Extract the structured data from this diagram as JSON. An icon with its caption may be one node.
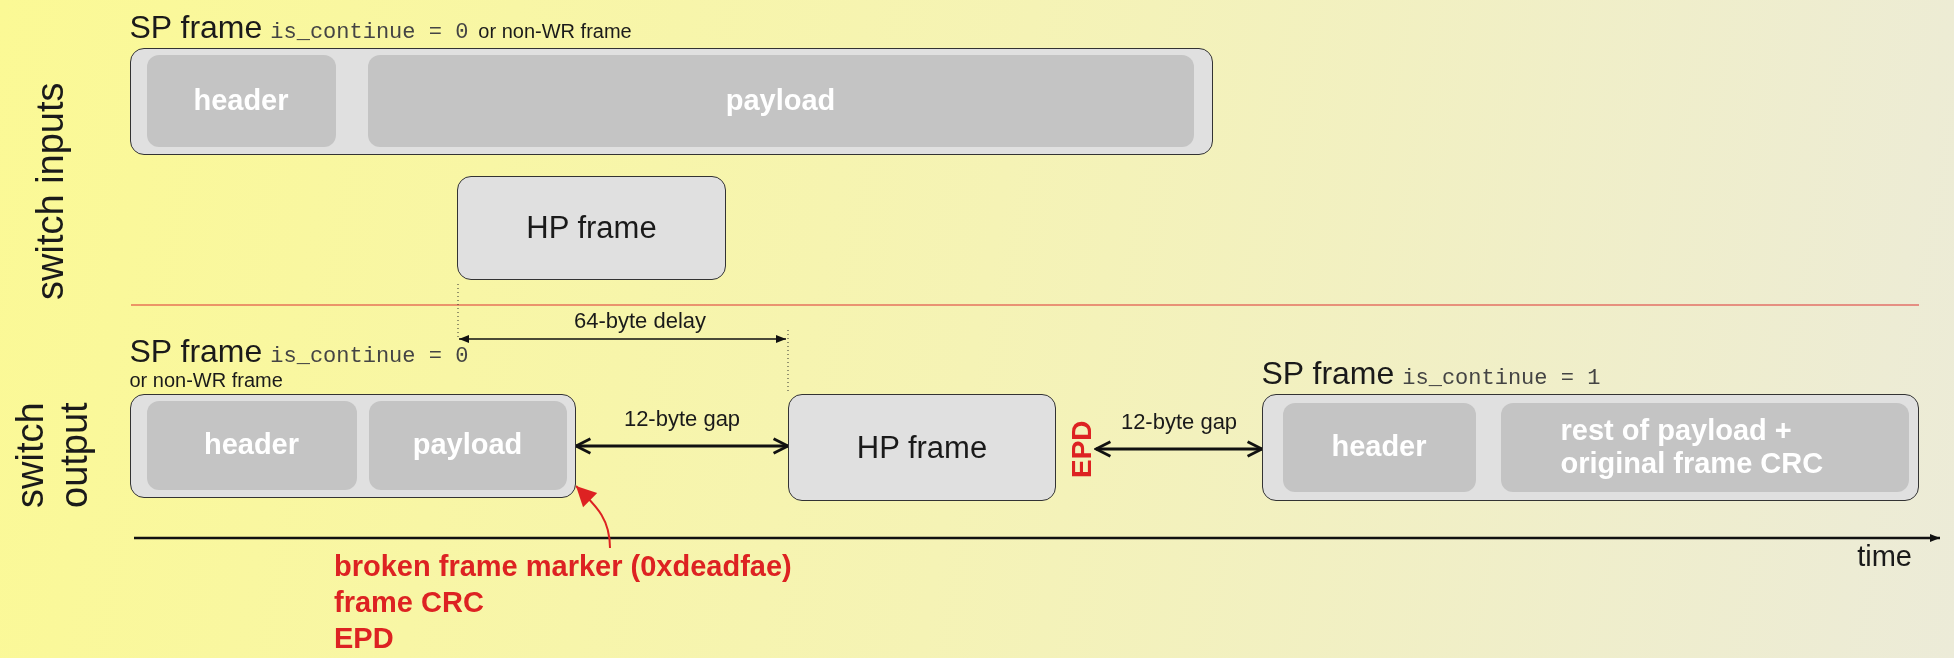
{
  "diagram": {
    "nodes": [
      {
        "text": [
          "SP frame",
          "is_continue = 0",
          "or non-WR frame"
        ]
      },
      {
        "text": [
          "header"
        ],
        "in": 0
      },
      {
        "text": [
          "payload"
        ],
        "in": 0
      },
      {
        "text": [
          "HP frame"
        ]
      },
      {
        "text": [
          "SP frame",
          "is_continue = 0",
          "or non-WR frame"
        ]
      },
      {
        "text": [
          "header"
        ],
        "in": 4
      },
      {
        "text": [
          "payload"
        ],
        "in": 4
      },
      {
        "text": [
          "HP frame"
        ]
      },
      {
        "text": [
          "EPD"
        ]
      },
      {
        "text": [
          "SP frame",
          "is_continue = 1"
        ]
      },
      {
        "text": [
          "header"
        ],
        "in": 9
      },
      {
        "text": [
          "rest of payload + original frame CRC"
        ],
        "in": 9
      },
      {
        "text": [
          "broken frame marker (0xdeadfae)",
          "frame CRC",
          "EPD"
        ]
      }
    ],
    "edges": [
      {
        "from": 12,
        "to": 4,
        "arrow": "to",
        "color": "#dd2222"
      },
      {
        "from": 4,
        "to": 7,
        "arrow": "both",
        "label": "12-byte gap"
      },
      {
        "from": 8,
        "to": 9,
        "arrow": "both",
        "label": "12-byte gap"
      }
    ],
    "labels": [
      "switch inputs",
      "switch output",
      "64-byte delay",
      "time"
    ]
  }
}
